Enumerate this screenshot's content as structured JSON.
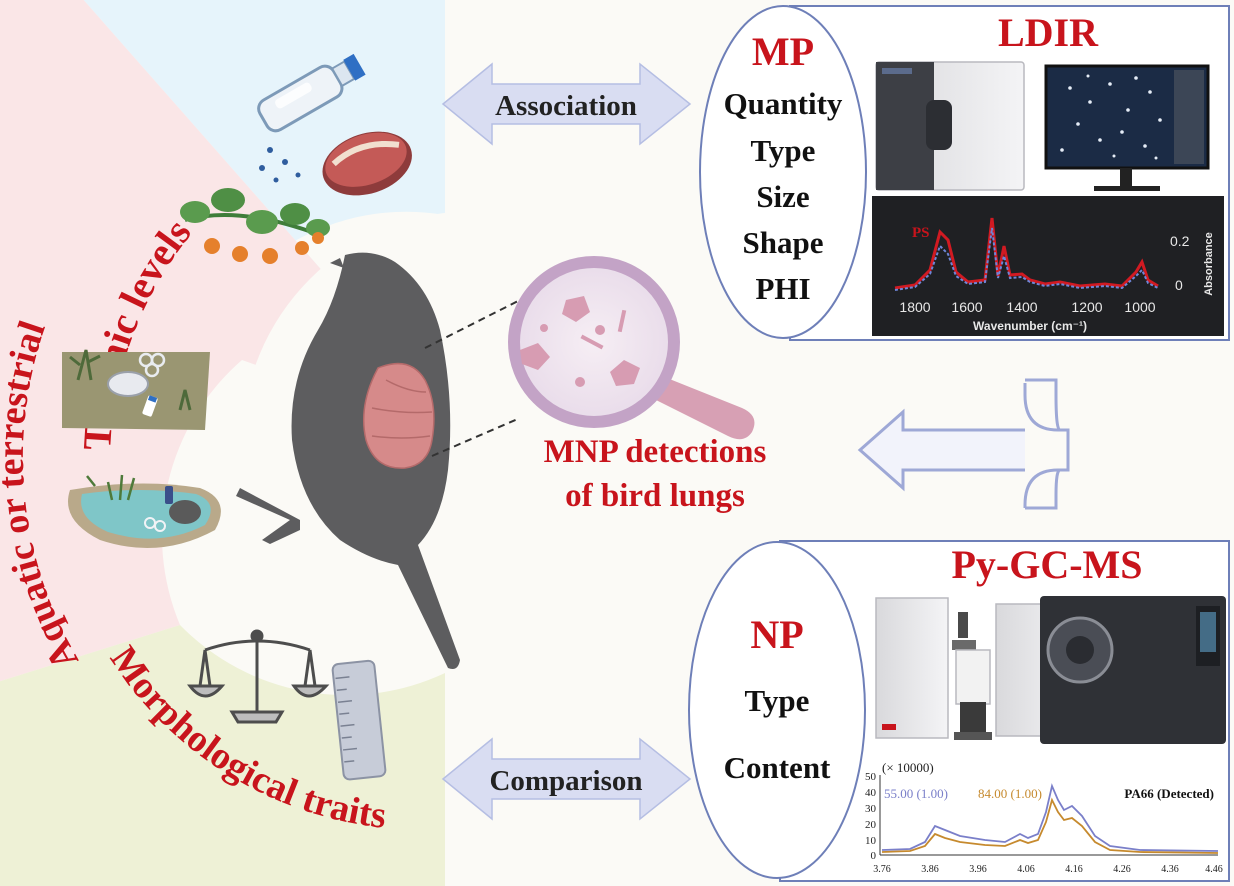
{
  "sectors": {
    "trophic": "Trophic levels",
    "habitat": "Aquatic or terrestrial",
    "morphology": "Morphological traits"
  },
  "center_label": {
    "line1": "MNP detections",
    "line2": "of bird lungs"
  },
  "arrows": {
    "association": "Association",
    "comparison": "Comparison"
  },
  "mp_panel": {
    "method": "LDIR",
    "heading": "MP",
    "params": [
      "Quantity",
      "Type",
      "Size",
      "Shape",
      "PHI"
    ],
    "spectrum": {
      "polymer_label": "PS",
      "x_axis_label": "Wavenumber (cm⁻¹)",
      "y_axis_label": "Absorbance",
      "x_ticks": [
        "1800",
        "1600",
        "1400",
        "1200",
        "1000"
      ],
      "y_ticks": [
        "0.2",
        "0"
      ]
    }
  },
  "np_panel": {
    "method": "Py-GC-MS",
    "heading": "NP",
    "params": [
      "Type",
      "Content"
    ],
    "chromatogram": {
      "multiplier": "(× 10000)",
      "y_ticks": [
        "50",
        "40",
        "30",
        "20",
        "10",
        "0"
      ],
      "x_ticks": [
        "3.76",
        "3.86",
        "3.96",
        "4.06",
        "4.16",
        "4.26",
        "4.36",
        "4.46"
      ],
      "trace1": "55.00 (1.00)",
      "trace2": "84.00 (1.00)",
      "result": "PA66 (Detected)"
    }
  },
  "colors": {
    "title_red": "#c8141c",
    "arrow_fill": "#d9ddf2",
    "arrow_stroke": "#9ea8d6",
    "panel_border": "#6e7fb8",
    "bird": "#5d5d5f",
    "lung": "#d68a8a",
    "trace_blue": "#7a7fc9",
    "trace_orange": "#c68a2e"
  }
}
